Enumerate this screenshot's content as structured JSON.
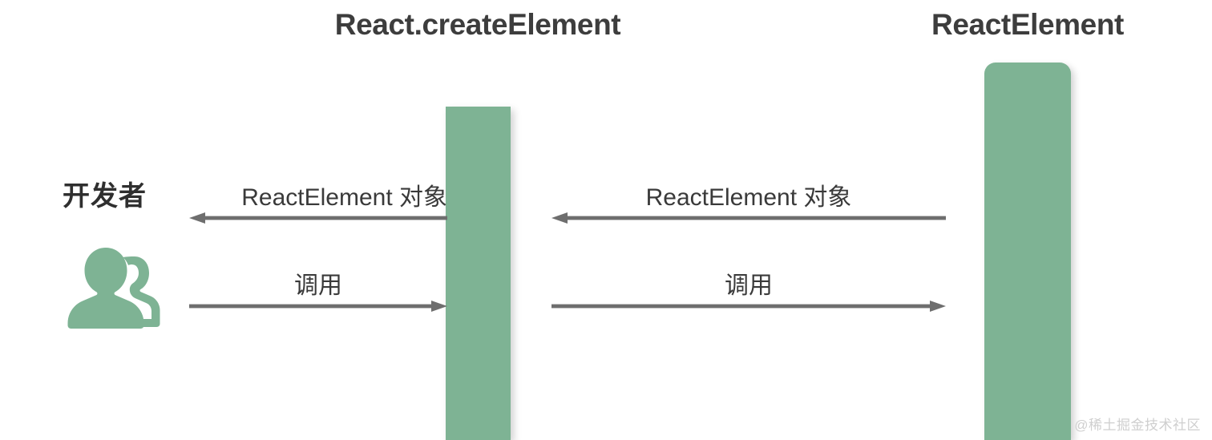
{
  "diagram": {
    "background_color": "#ffffff",
    "accent_color": "#7eb394",
    "arrow_color": "#6e6e6e",
    "text_color": "#3d3d3d",
    "columns": [
      {
        "id": "create-element",
        "title": "React.createElement"
      },
      {
        "id": "react-element",
        "title": "ReactElement"
      }
    ],
    "actor": {
      "label": "开发者",
      "icon": "users-icon"
    },
    "messages": [
      {
        "id": "return-left",
        "label": "ReactElement 对象",
        "direction": "left",
        "from": "React.createElement",
        "to": "开发者"
      },
      {
        "id": "call-left",
        "label": "调用",
        "direction": "right",
        "from": "开发者",
        "to": "React.createElement"
      },
      {
        "id": "return-right",
        "label": "ReactElement 对象",
        "direction": "left",
        "from": "ReactElement",
        "to": "React.createElement"
      },
      {
        "id": "call-right",
        "label": "调用",
        "direction": "right",
        "from": "React.createElement",
        "to": "ReactElement"
      }
    ],
    "watermark": "@稀土掘金技术社区"
  }
}
